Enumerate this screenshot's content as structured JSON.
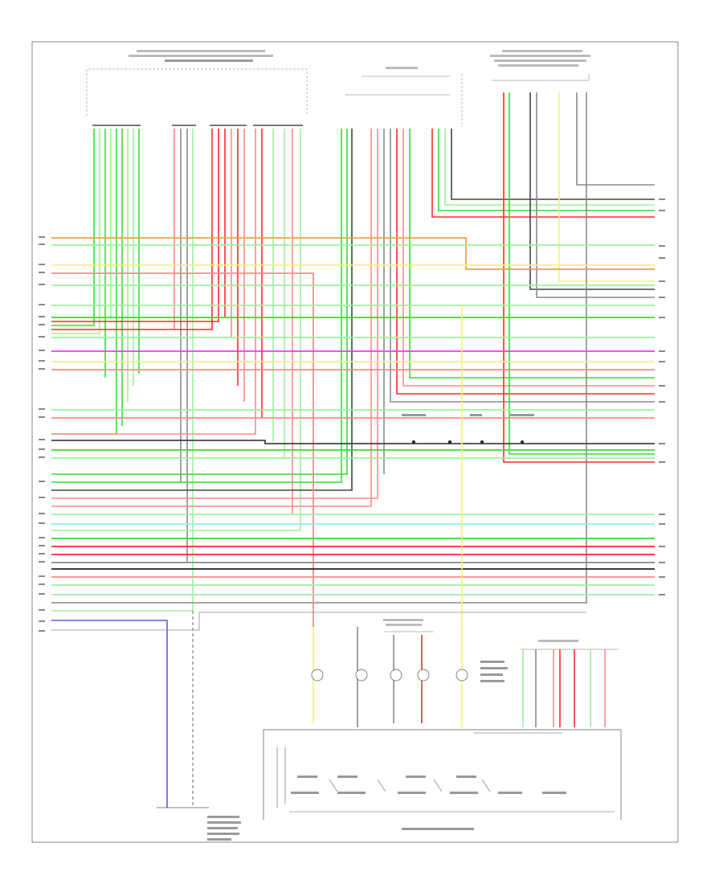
{
  "footer_code": "",
  "wire_colors": {
    "red": "#ff2a2a",
    "light_red": "#ff8c8c",
    "green": "#33dd33",
    "light_green": "#9ef09e",
    "yellow": "#f7f27a",
    "orange": "#e8a640",
    "magenta": "#ff33ff",
    "cyan": "#8ff0f0",
    "blue": "#5a5ae6",
    "gray": "#8a8a8a",
    "dark_gray": "#444444",
    "black": "#222222",
    "frame": "#666666"
  },
  "components": [
    {
      "id": "top-left-unit",
      "label": ""
    },
    {
      "id": "top-center-connector",
      "label": ""
    },
    {
      "id": "top-right-unit",
      "label": ""
    },
    {
      "id": "lower-connector",
      "label": ""
    },
    {
      "id": "right-connector",
      "label": ""
    },
    {
      "id": "bottom-switch-module",
      "label": ""
    },
    {
      "id": "bottom-left-component",
      "label": ""
    }
  ]
}
